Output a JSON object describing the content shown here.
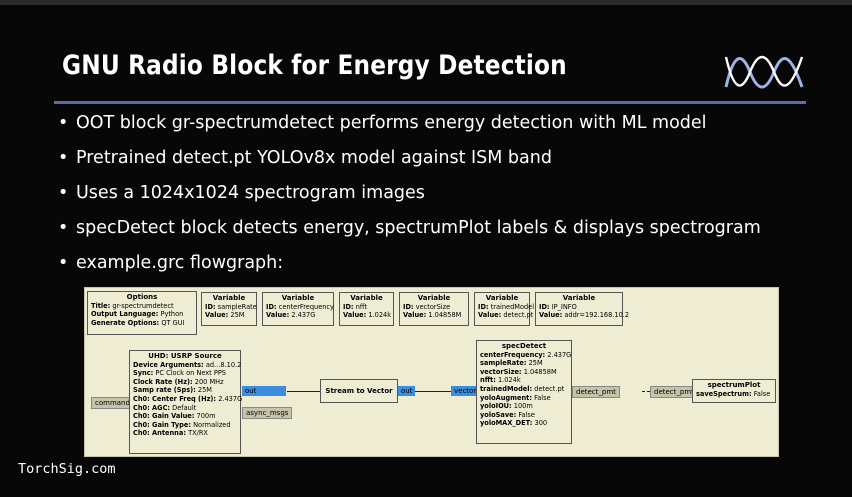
{
  "slide": {
    "title": "GNU Radio Block for Energy Detection",
    "bullets": [
      "OOT block gr-spectrumdetect performs energy detection with ML model",
      "Pretrained detect.pt YOLOv8x model against ISM band",
      "Uses a 1024x1024 spectrogram images",
      "specDetect block detects energy, spectrumPlot labels & displays spectrogram",
      "example.grc flowgraph:"
    ],
    "footer": "TorchSig.com",
    "logo_icon": "sine-wave-logo-icon",
    "accent_color": "#5a6ea0"
  },
  "flowgraph": {
    "options": {
      "title": "Options",
      "rows": [
        {
          "k": "Title:",
          "v": "gr-spectrumdetect"
        },
        {
          "k": "Output Language:",
          "v": "Python"
        },
        {
          "k": "Generate Options:",
          "v": "QT GUI"
        }
      ]
    },
    "variables": [
      {
        "title": "Variable",
        "id": "sampleRate",
        "value": "25M"
      },
      {
        "title": "Variable",
        "id": "centerFrequency",
        "value": "2.437G"
      },
      {
        "title": "Variable",
        "id": "nfft",
        "value": "1.024k"
      },
      {
        "title": "Variable",
        "id": "vectorSize",
        "value": "1.04858M"
      },
      {
        "title": "Variable",
        "id": "trainedModel",
        "value": "detect.pt"
      },
      {
        "title": "Variable",
        "id": "IP_INFO",
        "value": "addr=192.168.10.2"
      }
    ],
    "id_label": "ID:",
    "value_label": "Value:",
    "usrp": {
      "title": "UHD: USRP Source",
      "rows": [
        {
          "k": "Device Arguments:",
          "v": "ad...8.10.2"
        },
        {
          "k": "Sync:",
          "v": "PC Clock on Next PPS"
        },
        {
          "k": "Clock Rate (Hz):",
          "v": "200 MHz"
        },
        {
          "k": "Samp rate (Sps):",
          "v": "25M"
        },
        {
          "k": "Ch0: Center Freq (Hz):",
          "v": "2.437G"
        },
        {
          "k": "Ch0: AGC:",
          "v": "Default"
        },
        {
          "k": "Ch0: Gain Value:",
          "v": "700m"
        },
        {
          "k": "Ch0: Gain Type:",
          "v": "Normalized"
        },
        {
          "k": "Ch0: Antenna:",
          "v": "TX/RX"
        }
      ],
      "in_port": "command",
      "out_port": "out",
      "msg_port": "async_msgs"
    },
    "stream_to_vector": {
      "title": "Stream to Vector",
      "out_port": "out"
    },
    "spec_detect": {
      "title": "specDetect",
      "rows": [
        {
          "k": "centerFrequency:",
          "v": "2.437G"
        },
        {
          "k": "sampleRate:",
          "v": "25M"
        },
        {
          "k": "vectorSize:",
          "v": "1.04858M"
        },
        {
          "k": "nfft:",
          "v": "1.024k"
        },
        {
          "k": "trainedModel:",
          "v": "detect.pt"
        },
        {
          "k": "yoloAugment:",
          "v": "False"
        },
        {
          "k": "yoloIOU:",
          "v": "100m"
        },
        {
          "k": "yoloSave:",
          "v": "False"
        },
        {
          "k": "yoloMAX_DET:",
          "v": "300"
        }
      ],
      "in_port": "vector",
      "out_port": "detect_pmt"
    },
    "spectrum_plot": {
      "title": "spectrumPlot",
      "rows": [
        {
          "k": "saveSpectrum:",
          "v": "False"
        }
      ],
      "in_port": "detect_pmt"
    }
  }
}
